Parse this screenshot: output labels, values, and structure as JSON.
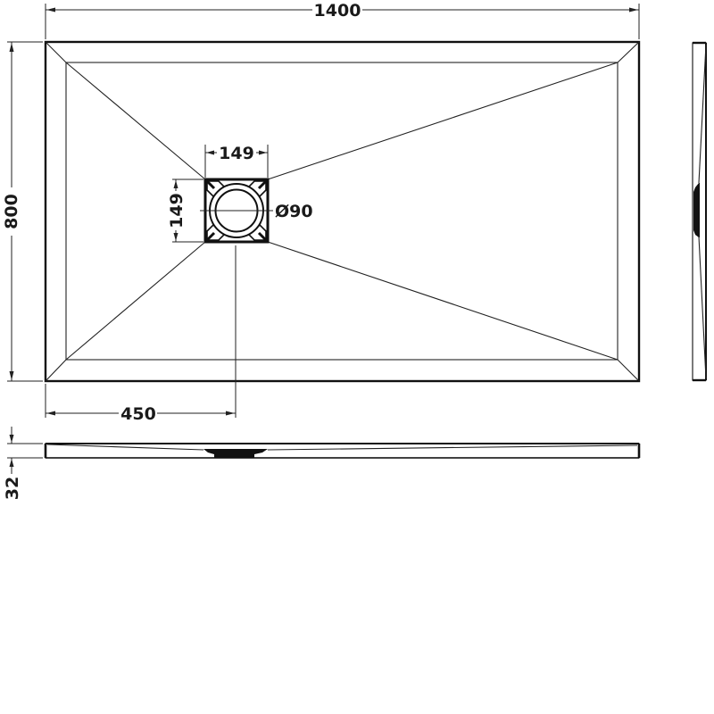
{
  "diagram": {
    "type": "technical-drawing",
    "subject": "rectangular shower tray with square drain",
    "views": [
      "plan",
      "side-elevation-right",
      "front-elevation"
    ]
  },
  "dimensions": {
    "overall_length": "1400",
    "overall_width": "800",
    "drain_width": "149",
    "drain_height": "149",
    "waste_diameter": "Ø90",
    "drain_offset_from_left": "450",
    "tray_height": "32"
  },
  "colors": {
    "line": "#111111",
    "background": "#ffffff"
  }
}
